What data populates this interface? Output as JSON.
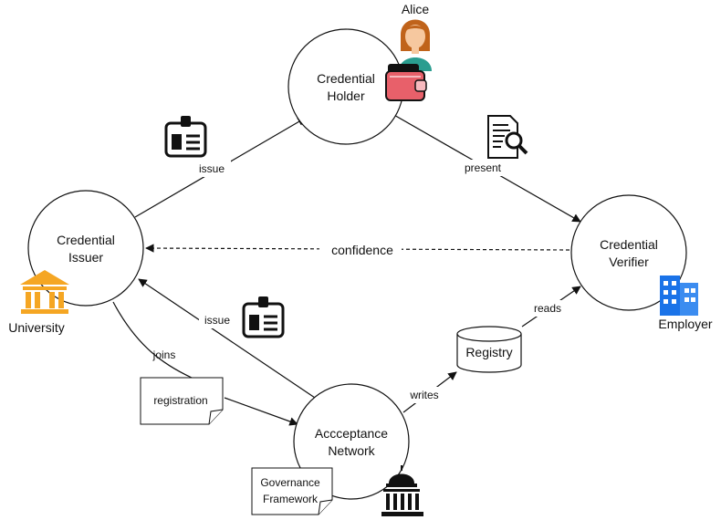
{
  "nodes": {
    "holder": {
      "line1": "Credential",
      "line2": "Holder"
    },
    "issuer": {
      "line1": "Credential",
      "line2": "Issuer"
    },
    "verifier": {
      "line1": "Credential",
      "line2": "Verifier"
    },
    "network": {
      "line1": "Accceptance",
      "line2": "Network"
    }
  },
  "actors": {
    "holder_person": "Alice",
    "issuer_org": "University",
    "verifier_org": "Employer"
  },
  "edges": {
    "issue_to_holder": "issue",
    "present": "present",
    "confidence": "confidence",
    "issue_from_network": "issue",
    "joins": "joins",
    "writes": "writes",
    "reads": "reads"
  },
  "documents": {
    "registration": "registration",
    "governance_line1": "Governance",
    "governance_line2": "Framework"
  },
  "registry": "Registry",
  "colors": {
    "university": "#f5a623",
    "employer": "#1a73e8",
    "wallet": "#e8606a",
    "person_hair": "#c0631a",
    "person_shirt": "#2a9d8f"
  },
  "icons": [
    "id-badge-icon",
    "document-search-icon",
    "university-icon",
    "office-building-icon",
    "person-icon",
    "wallet-icon",
    "capitol-icon",
    "database-icon"
  ]
}
